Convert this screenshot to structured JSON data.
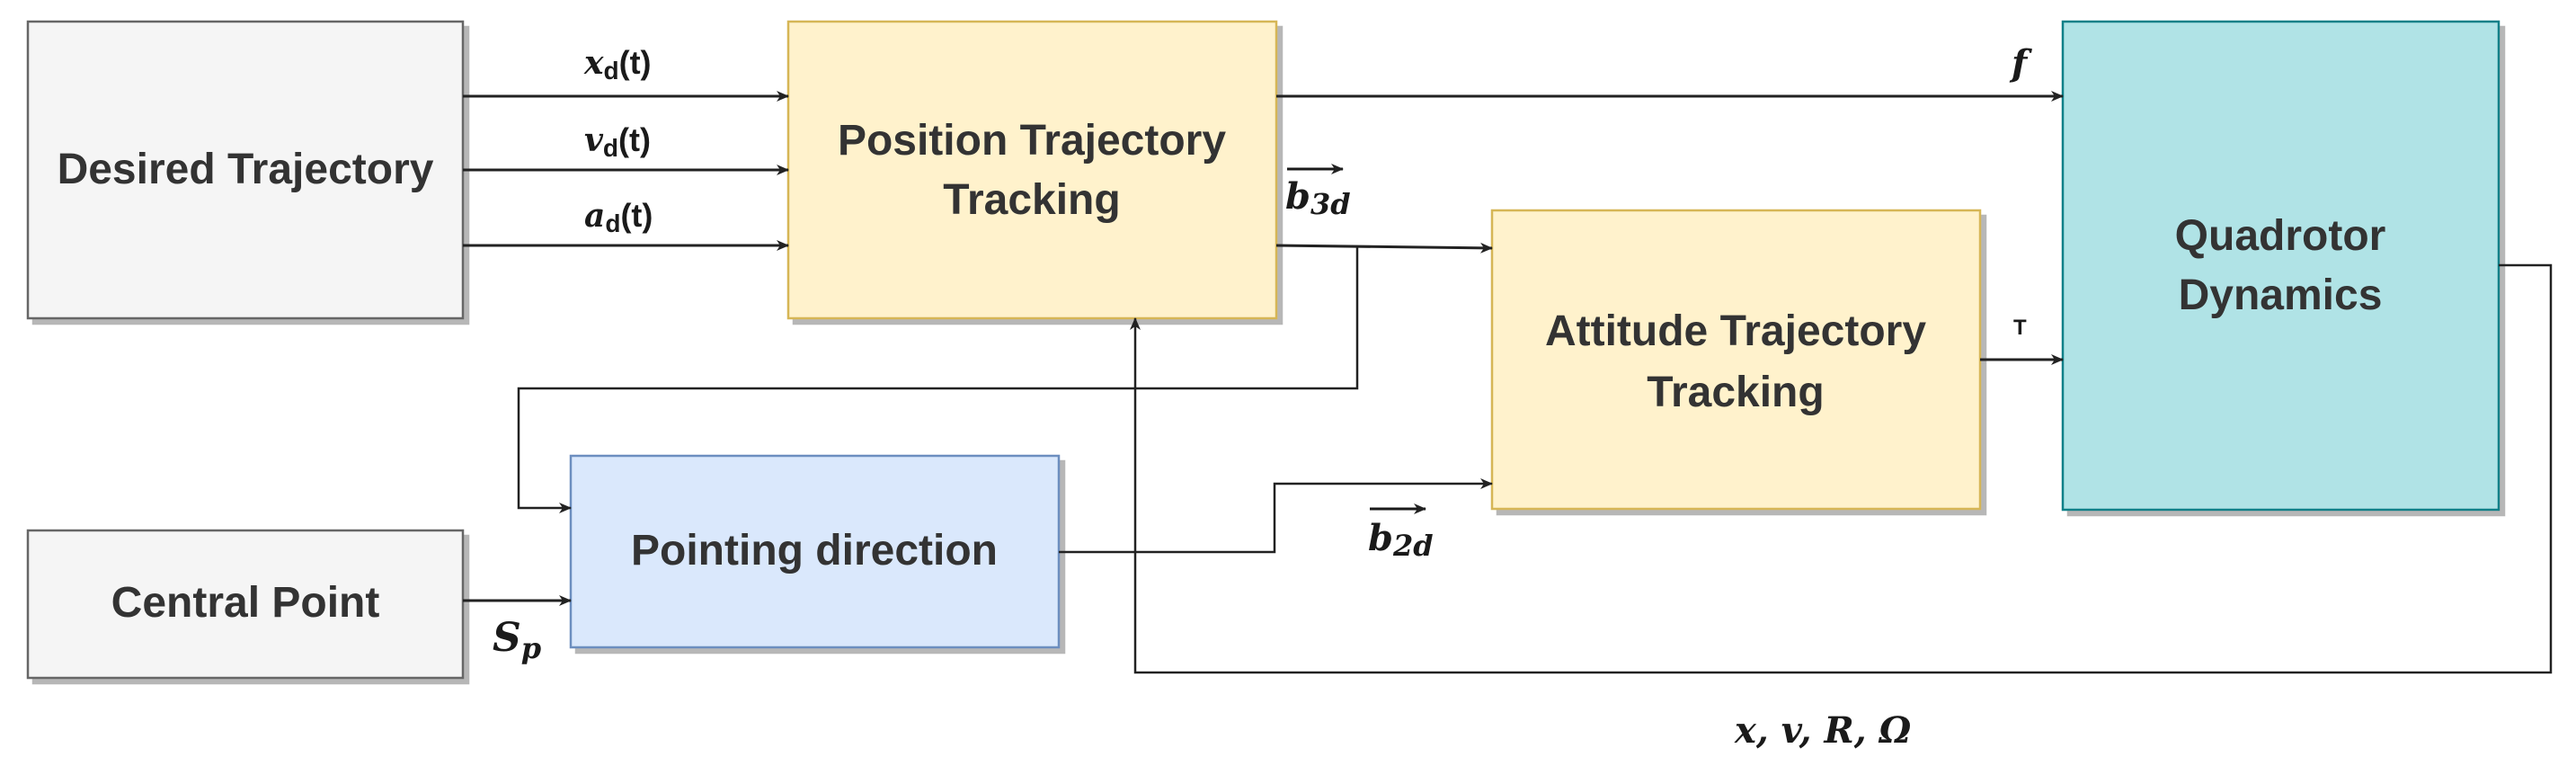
{
  "blocks": {
    "desired_trajectory": {
      "label": "Desired Trajectory",
      "fill": "#f5f5f5",
      "stroke": "#666666"
    },
    "position_tracking": {
      "label_line1": "Position Trajectory",
      "label_line2": "Tracking",
      "fill": "#fff2cc",
      "stroke": "#d6b656"
    },
    "attitude_tracking": {
      "label_line1": "Attitude Trajectory",
      "label_line2": "Tracking",
      "fill": "#fff2cc",
      "stroke": "#d6b656"
    },
    "quadrotor_dynamics": {
      "label_line1": "Quadrotor",
      "label_line2": "Dynamics",
      "fill": "#b0e3e6",
      "stroke": "#0e8088"
    },
    "central_point": {
      "label": "Central Point",
      "fill": "#f5f5f5",
      "stroke": "#666666"
    },
    "pointing_direction": {
      "label": "Pointing direction",
      "fill": "#dae8fc",
      "stroke": "#6c8ebf"
    }
  },
  "signals": {
    "xd": {
      "var": "x",
      "sub": "d",
      "arg": "(t)"
    },
    "vd": {
      "var": "v",
      "sub": "d",
      "arg": "(t)"
    },
    "ad": {
      "var": "a",
      "sub": "d",
      "arg": "(t)"
    },
    "f": "f",
    "b3d": {
      "var": "b",
      "sub": "3d"
    },
    "tau": "T",
    "b2d": {
      "var": "b",
      "sub": "2d"
    },
    "sp": {
      "var": "S",
      "sub": "p"
    },
    "feedback": "x, v, R, Ω"
  }
}
